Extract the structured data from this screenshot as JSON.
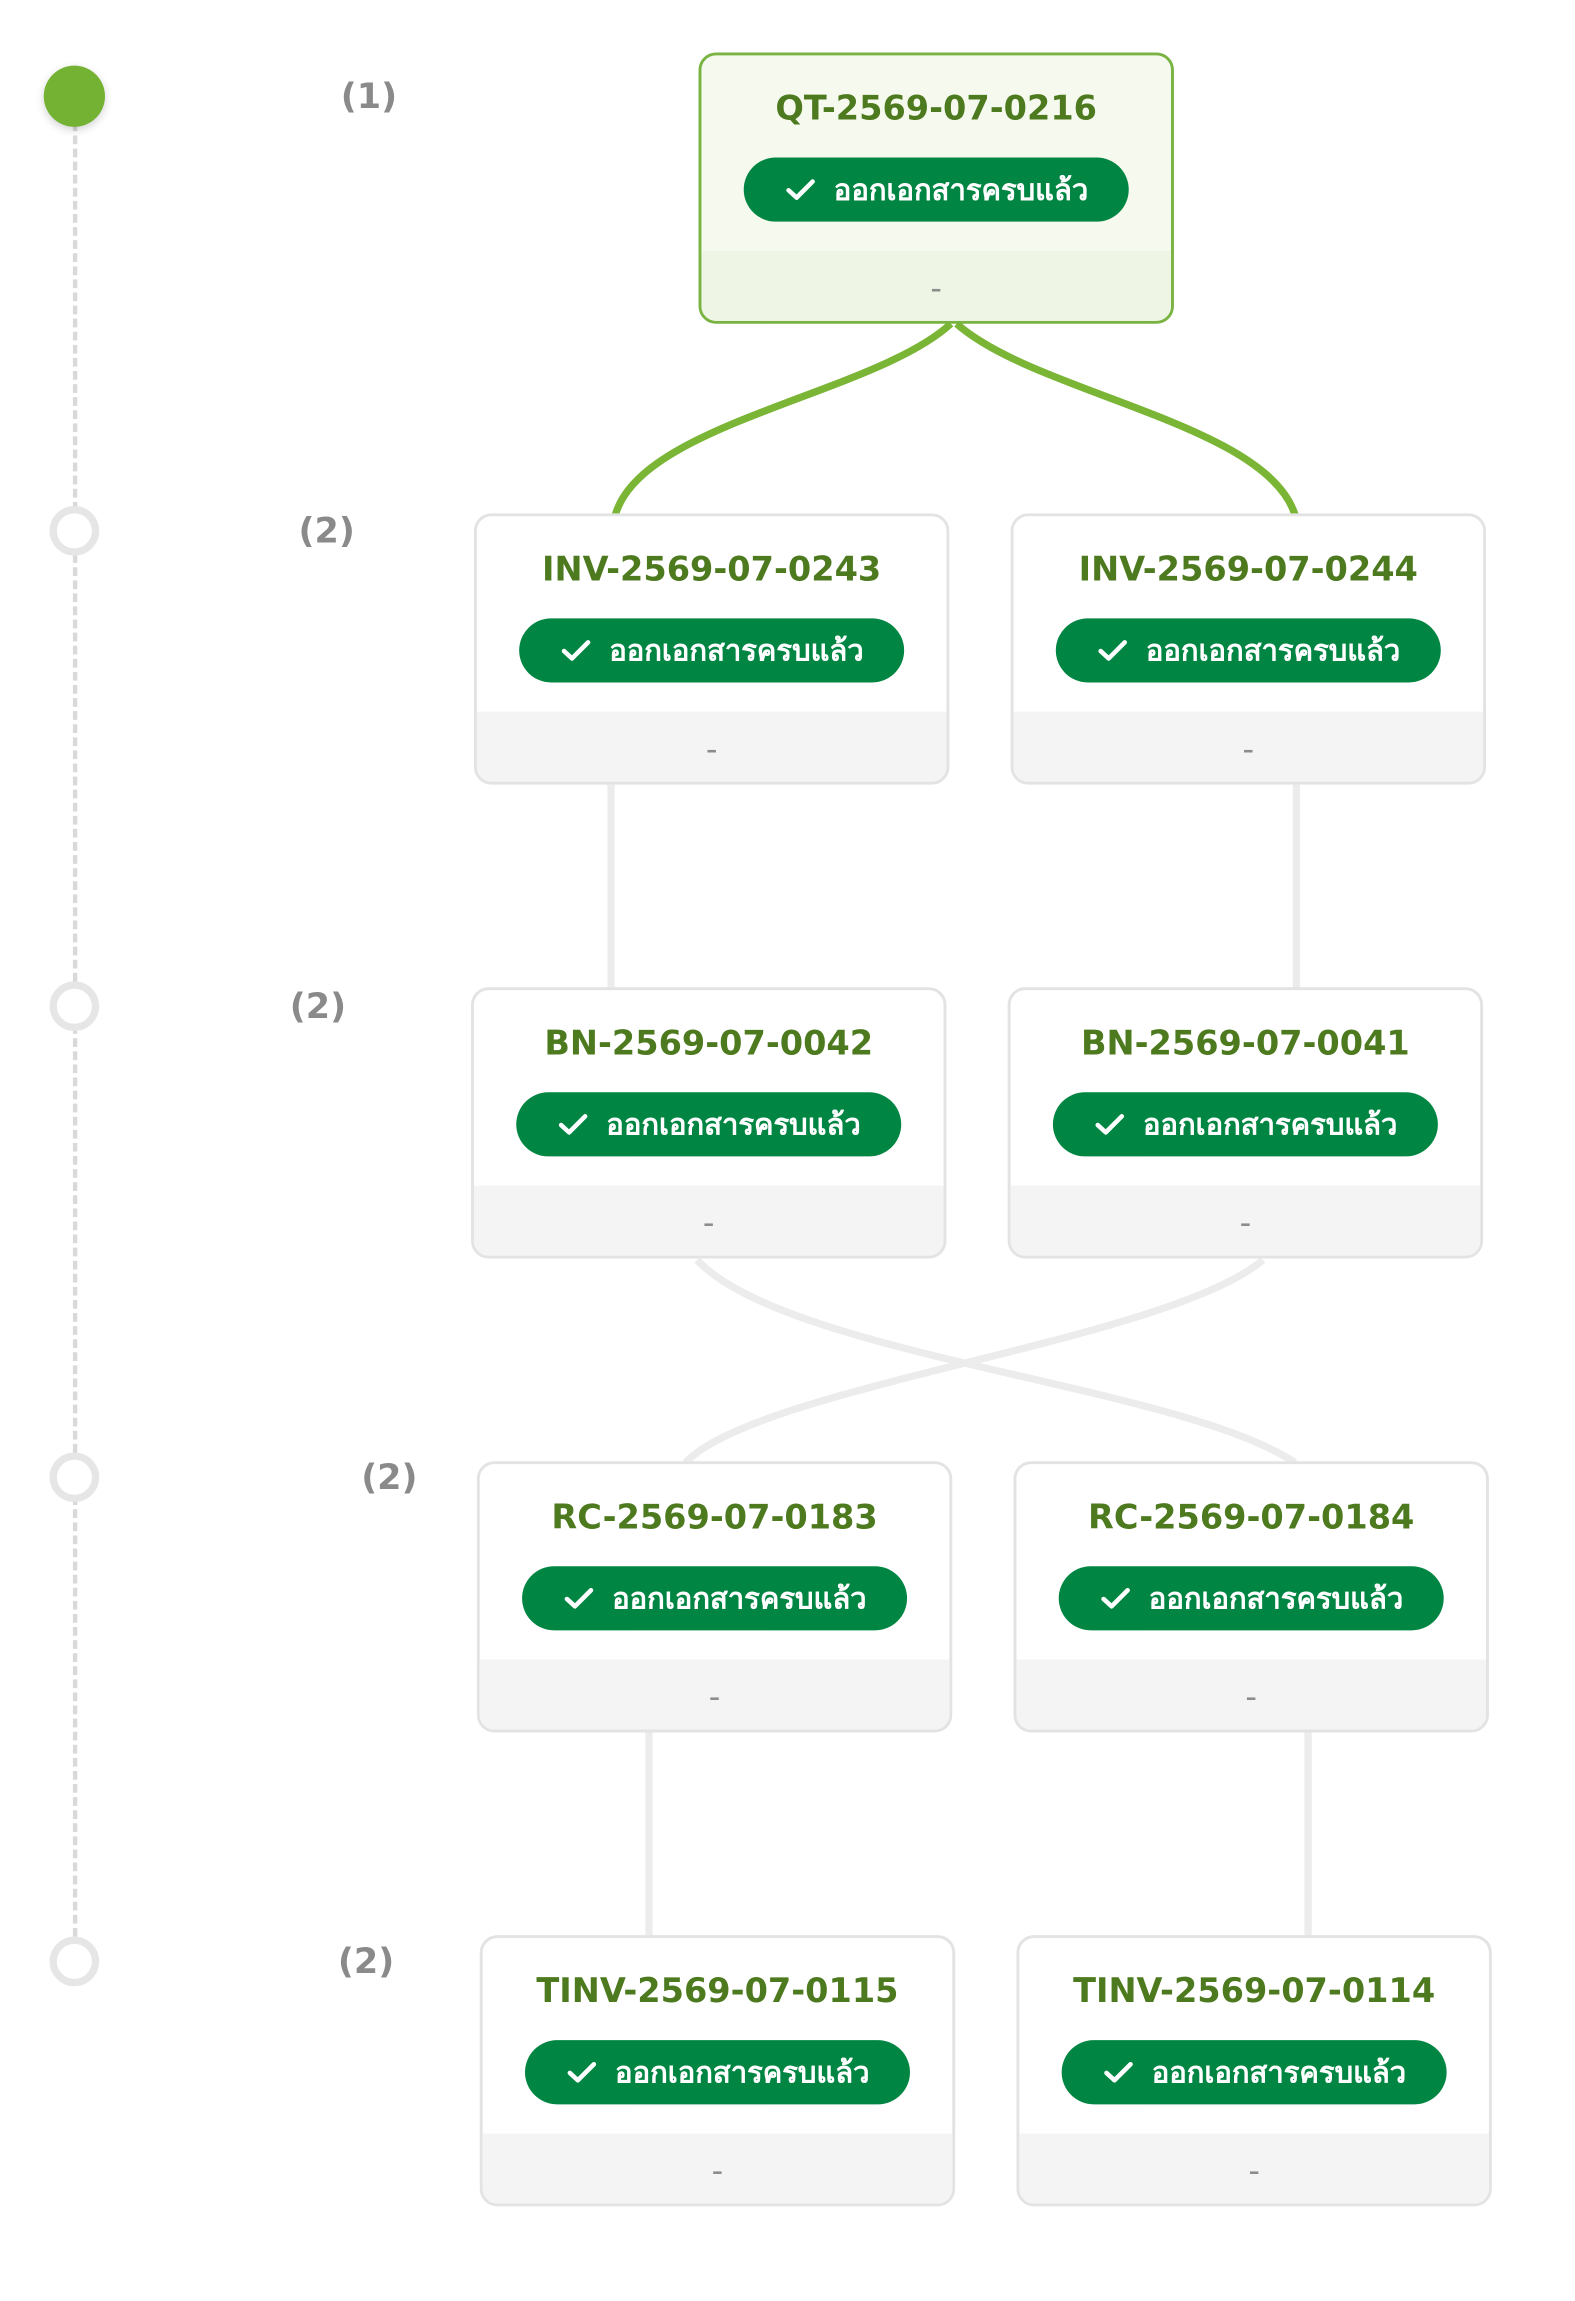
{
  "timeline": {
    "levels": [
      {
        "count_label": "(1)",
        "active": true
      },
      {
        "count_label": "(2)",
        "active": false
      },
      {
        "count_label": "(2)",
        "active": false
      },
      {
        "count_label": "(2)",
        "active": false
      },
      {
        "count_label": "(2)",
        "active": false
      }
    ]
  },
  "documents": [
    {
      "number": "QT-2569-07-0216",
      "status": "ออกเอกสารครบแล้ว",
      "footer": "-"
    },
    {
      "number": "INV-2569-07-0243",
      "status": "ออกเอกสารครบแล้ว",
      "footer": "-"
    },
    {
      "number": "INV-2569-07-0244",
      "status": "ออกเอกสารครบแล้ว",
      "footer": "-"
    },
    {
      "number": "BN-2569-07-0042",
      "status": "ออกเอกสารครบแล้ว",
      "footer": "-"
    },
    {
      "number": "BN-2569-07-0041",
      "status": "ออกเอกสารครบแล้ว",
      "footer": "-"
    },
    {
      "number": "RC-2569-07-0183",
      "status": "ออกเอกสารครบแล้ว",
      "footer": "-"
    },
    {
      "number": "RC-2569-07-0184",
      "status": "ออกเอกสารครบแล้ว",
      "footer": "-"
    },
    {
      "number": "TINV-2569-07-0115",
      "status": "ออกเอกสารครบแล้ว",
      "footer": "-"
    },
    {
      "number": "TINV-2569-07-0114",
      "status": "ออกเอกสารครบแล้ว",
      "footer": "-"
    }
  ],
  "colors": {
    "accent_green": "#74b233",
    "badge_green": "#008542",
    "doc_number_green": "#4d7a1f",
    "root_border": "#79b342",
    "connector_gray": "#ececec"
  },
  "icons": {
    "status": "check-icon",
    "timeline_active": "filled-circle",
    "timeline_inactive": "hollow-circle"
  }
}
